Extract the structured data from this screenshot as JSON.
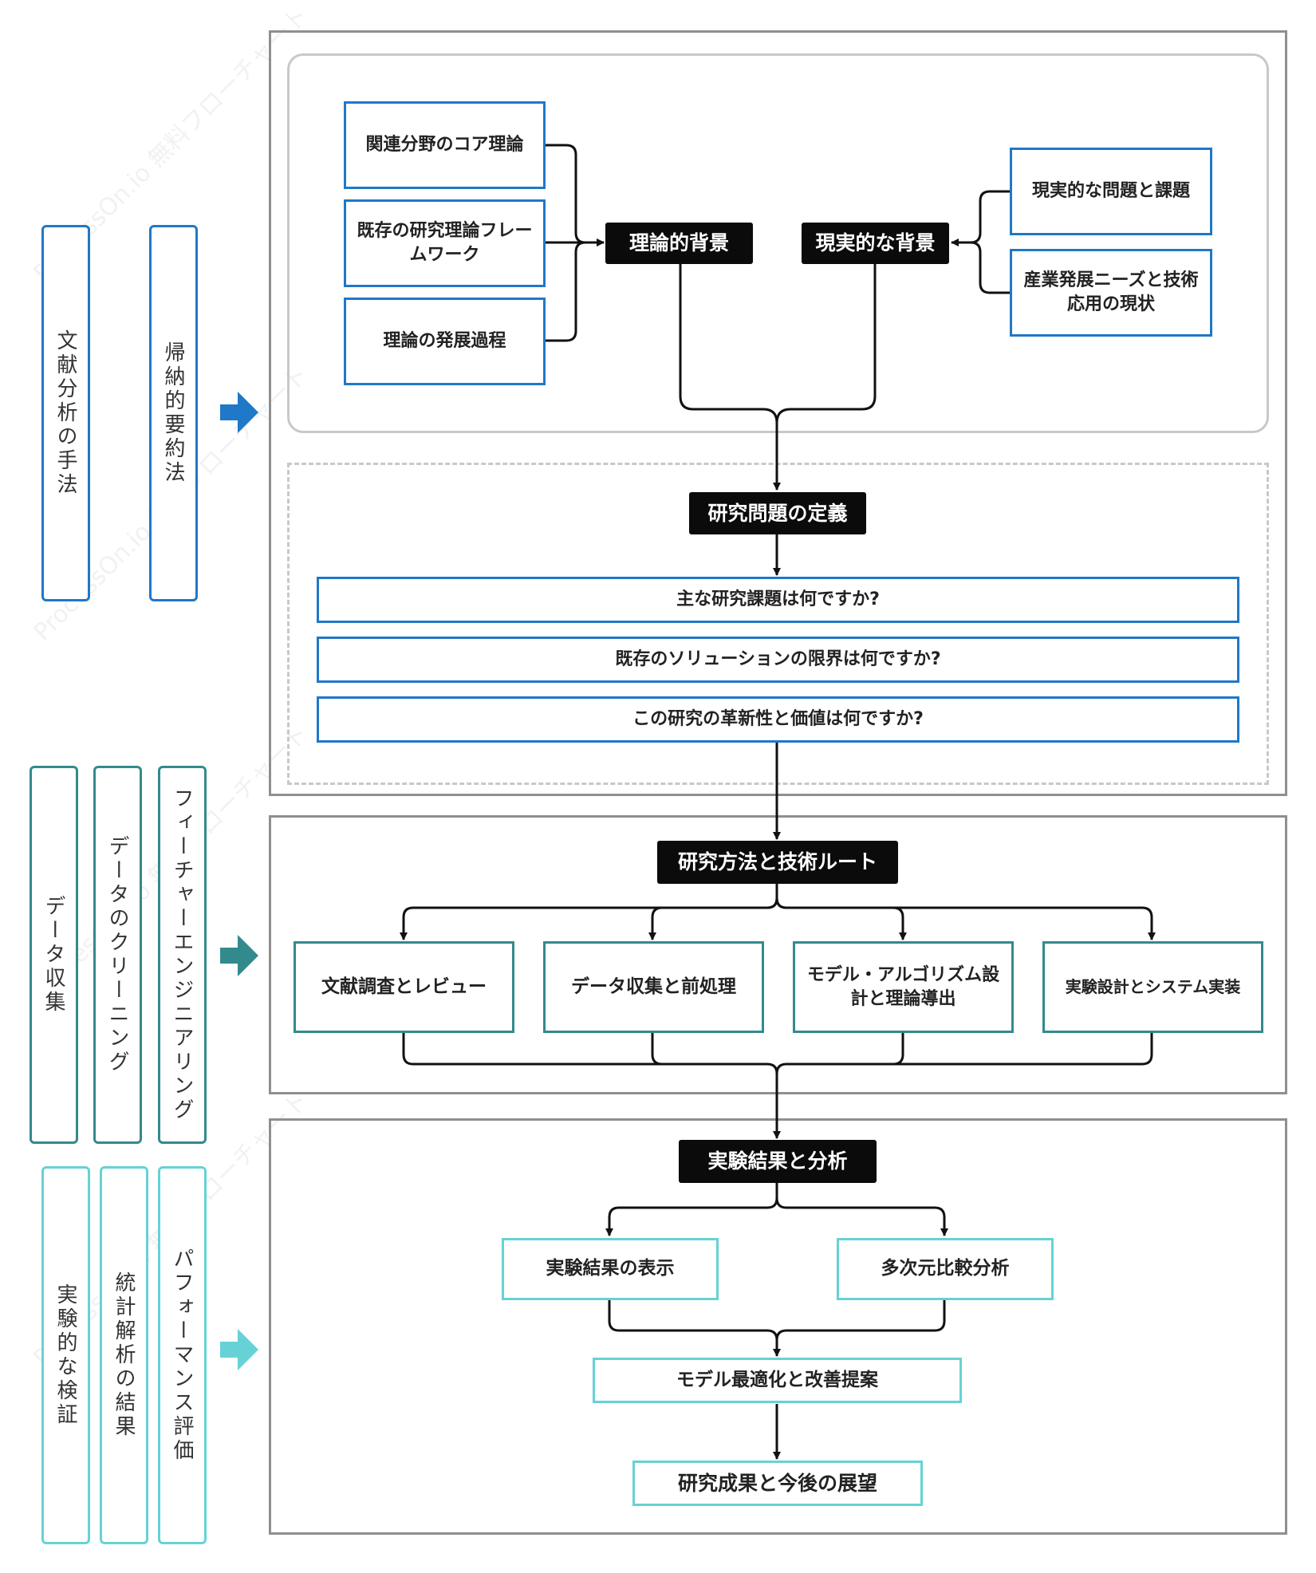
{
  "watermark": "ProcessOn.io 無料フローチャート",
  "colors": {
    "blue": "#1f78c8",
    "teal": "#338a8c",
    "cyan": "#66d2d6",
    "dark": "#0b0b0b",
    "line": "#111111"
  },
  "section1": {
    "methods": [
      "文献分析の手法",
      "帰納的要約法"
    ],
    "arrow_icon": "right-arrow-icon",
    "theory_inputs": [
      "関連分野のコア理論",
      "既存の研究理論フレームワーク",
      "理論の発展過程"
    ],
    "theory_background": "理論的背景",
    "practical_background": "現実的な背景",
    "practical_inputs": [
      "現実的な問題と課題",
      "産業発展ニーズと技術応用の現状"
    ],
    "problem_definition": "研究問題の定義",
    "questions": [
      "主な研究課題は何ですか?",
      "既存のソリューションの限界は何ですか?",
      "この研究の革新性と価値は何ですか?"
    ]
  },
  "section2": {
    "methods": [
      "データ収集",
      "データのクリーニング",
      "フィーチャーエンジニアリング"
    ],
    "arrow_icon": "right-arrow-icon",
    "title": "研究方法と技術ルート",
    "items": [
      "文献調査とレビュー",
      "データ収集と前処理",
      "モデル・アルゴリズム設計と理論導出",
      "実験設計とシステム実装"
    ]
  },
  "section3": {
    "methods": [
      "実験的な検証",
      "統計解析の結果",
      "パフォーマンス評価"
    ],
    "arrow_icon": "right-arrow-icon",
    "title": "実験結果と分析",
    "items": [
      "実験結果の表示",
      "多次元比較分析"
    ],
    "optimization": "モデル最適化と改善提案",
    "outcome": "研究成果と今後の展望"
  }
}
